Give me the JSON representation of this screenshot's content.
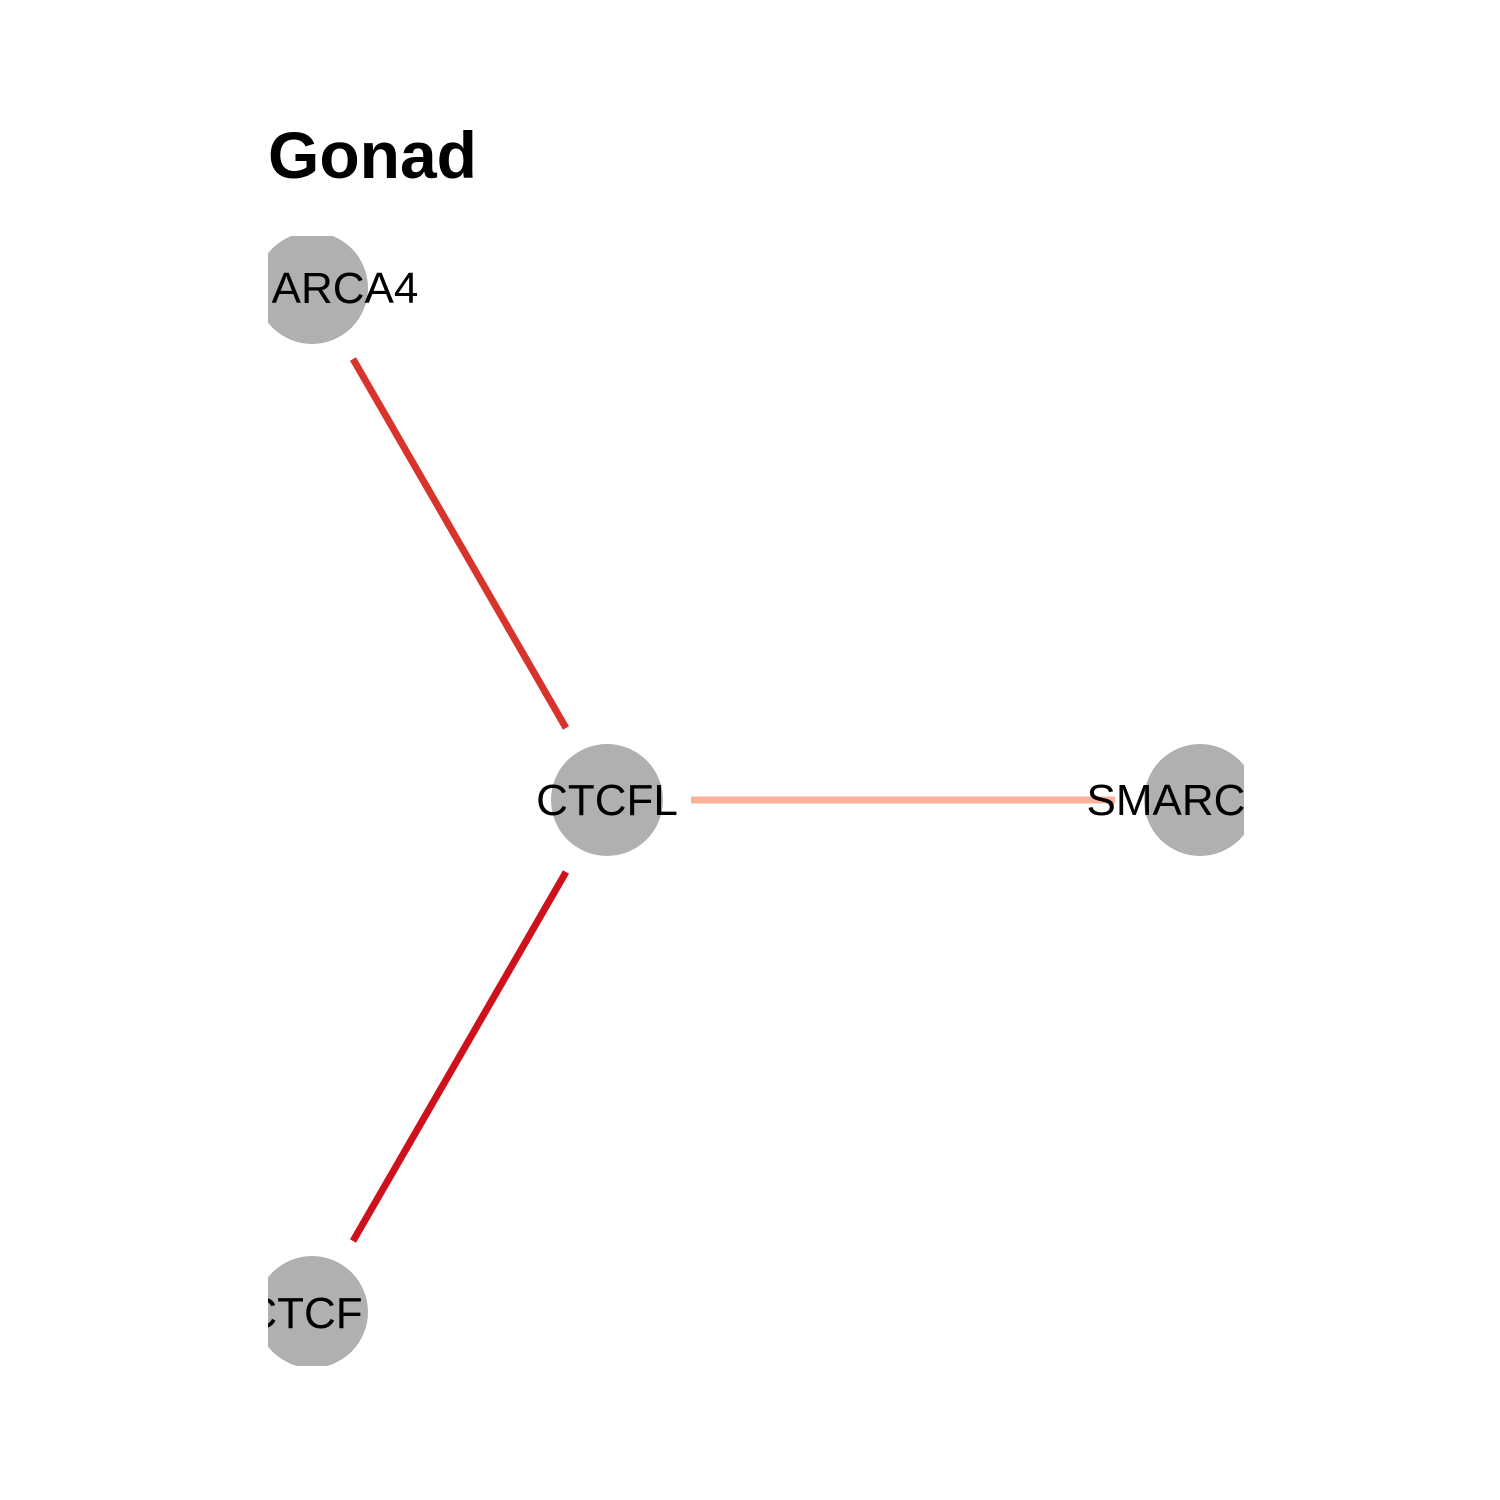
{
  "diagram": {
    "title": "Gonad",
    "node_color": "#b0b0b0",
    "nodes": [
      {
        "id": "top",
        "label": "ARCA4"
      },
      {
        "id": "center",
        "label": "CTCFL"
      },
      {
        "id": "right",
        "label": "SMARC"
      },
      {
        "id": "bottom",
        "label": "CTCF"
      }
    ],
    "edges": [
      {
        "from": "center",
        "to": "top",
        "color": "#d9342b"
      },
      {
        "from": "center",
        "to": "right",
        "color": "#fbb19a"
      },
      {
        "from": "center",
        "to": "bottom",
        "color": "#cf111d"
      }
    ]
  }
}
